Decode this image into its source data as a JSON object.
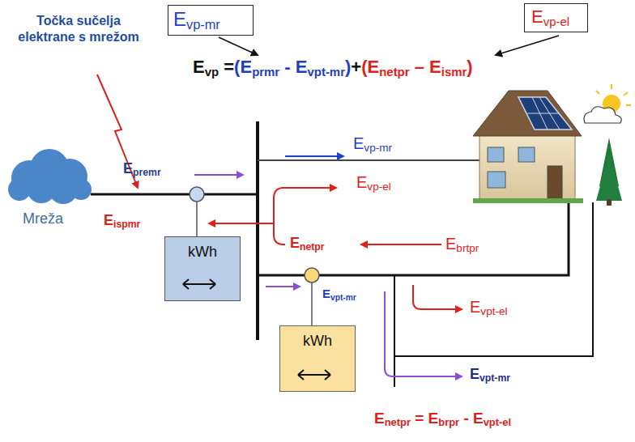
{
  "diagram": {
    "nodes": [
      {
        "text": [
          "Evp-mr"
        ]
      },
      {
        "text": [
          "Evp-el"
        ]
      },
      {
        "text": [
          "Mreža"
        ]
      },
      {
        "text": [
          "kWh"
        ]
      },
      {
        "text": [
          "kWh"
        ]
      }
    ],
    "labels": [
      "Točka sučelja elektrane s mrežom",
      "Evp =",
      "(Eprmr - Evpt-mr)",
      "+",
      "(Enetpr – Eismr)",
      "Epremr",
      "Eispmr",
      "Evp-mr",
      "Evp-el",
      "Enetpr",
      "Ebrtpr",
      "Evpt-mr",
      "Evpt-el",
      "Evpt-mr",
      "Enetpr = Ebrpr - Evpt-el"
    ]
  }
}
